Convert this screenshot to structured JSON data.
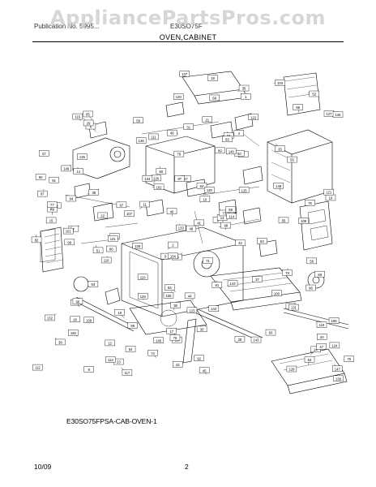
{
  "watermark": "AppliancePartsPros.com",
  "header": {
    "left": "Publication No. 5995...",
    "model": "E30SO75F"
  },
  "section_title": "OVEN,CABINET",
  "diagram_code": "E30SO75FPSA-CAB-OVEN-1",
  "footer": {
    "date": "10/09",
    "page_number": "2"
  },
  "part_callouts": [
    "1",
    "2",
    "3",
    "4",
    "5",
    "6",
    "7",
    "8",
    "9",
    "10",
    "11",
    "12",
    "13",
    "14",
    "15",
    "16",
    "17",
    "18",
    "19",
    "20",
    "21",
    "22",
    "23",
    "24",
    "25",
    "26",
    "27",
    "28",
    "29",
    "30",
    "31",
    "32",
    "33",
    "34",
    "35",
    "36",
    "37",
    "38",
    "39",
    "40",
    "41",
    "42",
    "43",
    "44",
    "45",
    "46",
    "47",
    "48",
    "49",
    "50",
    "51",
    "52",
    "53",
    "54",
    "55",
    "56",
    "57",
    "58",
    "59",
    "60",
    "61",
    "62",
    "63",
    "64",
    "65",
    "66",
    "67",
    "68",
    "69",
    "70",
    "71",
    "72",
    "73",
    "74",
    "75",
    "76",
    "77",
    "78",
    "79",
    "80",
    "81",
    "82",
    "83",
    "84",
    "85",
    "86",
    "87",
    "88",
    "89",
    "90",
    "91",
    "92",
    "93",
    "94",
    "95",
    "96",
    "97",
    "98",
    "99",
    "100",
    "101",
    "102",
    "103",
    "104",
    "105",
    "106",
    "107",
    "108",
    "109",
    "110",
    "111",
    "112",
    "113",
    "114",
    "115",
    "116",
    "117",
    "118",
    "119",
    "120",
    "121",
    "122",
    "123",
    "124",
    "125",
    "126",
    "127",
    "128",
    "129",
    "130",
    "131",
    "132",
    "133",
    "134",
    "135",
    "136",
    "137",
    "138",
    "139",
    "140",
    "141",
    "142",
    "143",
    "144",
    "145",
    "146",
    "147",
    "148",
    "149",
    "150"
  ]
}
